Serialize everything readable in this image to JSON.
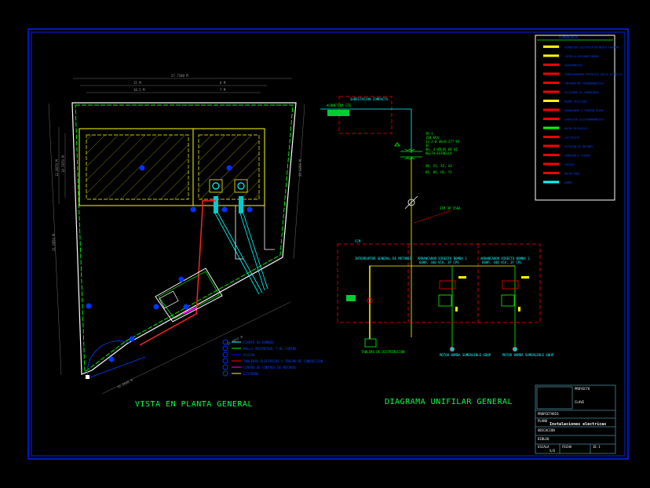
{
  "plan": {
    "title": "VISTA EN PLANTA GENERAL",
    "dims": {
      "overall": "27.7100 M",
      "d1": "15 M",
      "d2": "8 M",
      "d3": "10.5 M",
      "d4": "7 M",
      "left": "31.0650 M",
      "left_in1": "12.8070 M",
      "left_in2": "10.5070 M",
      "right": "20.6250 M",
      "diag": "25.8057 M",
      "diag2": "10.5600 M"
    },
    "legend": [
      {
        "num": "1",
        "label": "CUARTO DE BOMBEO",
        "color": "#00ffff"
      },
      {
        "num": "2",
        "label": "MALLA PERIMETRAL Y DE CAMINO",
        "color": "#00ff00"
      },
      {
        "num": "3",
        "label": "ACCESO",
        "color": "#0000ff"
      },
      {
        "num": "4",
        "label": "TABLEROS ELECTRICOS Y TRECHO DE CONDUCCION",
        "color": "#ff0000"
      },
      {
        "num": "5",
        "label": "CENTRO DE CONTROL DE MOTORES",
        "color": "#ff00ff"
      },
      {
        "num": "6",
        "label": "CISTERNA",
        "color": "#ffff00"
      }
    ]
  },
  "diagram": {
    "title": "DIAGRAMA UNIFILAR GENERAL",
    "supply": "ACOMETIDA CFE",
    "supply_box": "SUBESTACION COMPACTA",
    "transformer": [
      "TR-1",
      "150 KVA",
      "13.2-0.48/0.277 KV",
      "3F",
      "4H, 4 HILOS 60 HZ",
      "DELTA-ESTRELLA"
    ],
    "terminals": [
      "X0, X1, X2, X3",
      "H1, H2, H3, Y1"
    ],
    "main_breaker": "ITM 3P 250A",
    "panel_tag": "CCM",
    "sections": [
      {
        "title": "INTERRUPTOR GENERAL DE MOTORES",
        "sub": ""
      },
      {
        "title": "ARRANCADOR DIRECTO BOMBA 1",
        "sub": "60HP, 440 VCA, 3F CPS"
      },
      {
        "title": "ARRANCADOR DIRECTO BOMBA 2",
        "sub": "60HP, 440 VCA, 3F CPS"
      }
    ],
    "distribution": "TABLERO DE DISTRIBUCION",
    "pumps": [
      "MOTOR BOMBA SUMERGIBLE 60HP",
      "MOTOR BOMBA SUMERGIBLE 60HP"
    ]
  },
  "symbology": {
    "header": "SIMBOLOGIA",
    "items": [
      "ACOMETIDA ELECTRICA EN MEDIA TENSION",
      "CUCHILLA DESCONECTADORA",
      "APARTARRAYOS",
      "TRANSFORMADOR TRIFASICO DELTA ESTRELLA",
      "INTERRUPTOR TERMOMAGNETICO",
      "RELEVADOR DE SOBRECARGA",
      "BARRA COLECTORA",
      "ARRANCADOR A TENSION PLENA",
      "CONTACTOR ELECTROMAGNETICO",
      "MOTOR TRIFASICO",
      "LUZ PILOTO",
      "ESTACION DE BOTONES",
      "CONEXION A TIERRA",
      "FUSIBLE",
      "BOTON PARO",
      "BOMBA"
    ]
  },
  "title_block": {
    "company_1": "PROYECTO",
    "company_2": "CLAVE",
    "owner": "PROPIETARIO",
    "label": "PLANO",
    "drawing_name": "Instalaciones electricas",
    "location": "UBICACION",
    "drawn": "DIBUJO",
    "scale_label": "ESCALA",
    "scale": "S/E",
    "date_label": "FECHA",
    "sheet_label": "IE-1"
  },
  "colors": {
    "frame": "#0000ff",
    "background": "#000000"
  }
}
